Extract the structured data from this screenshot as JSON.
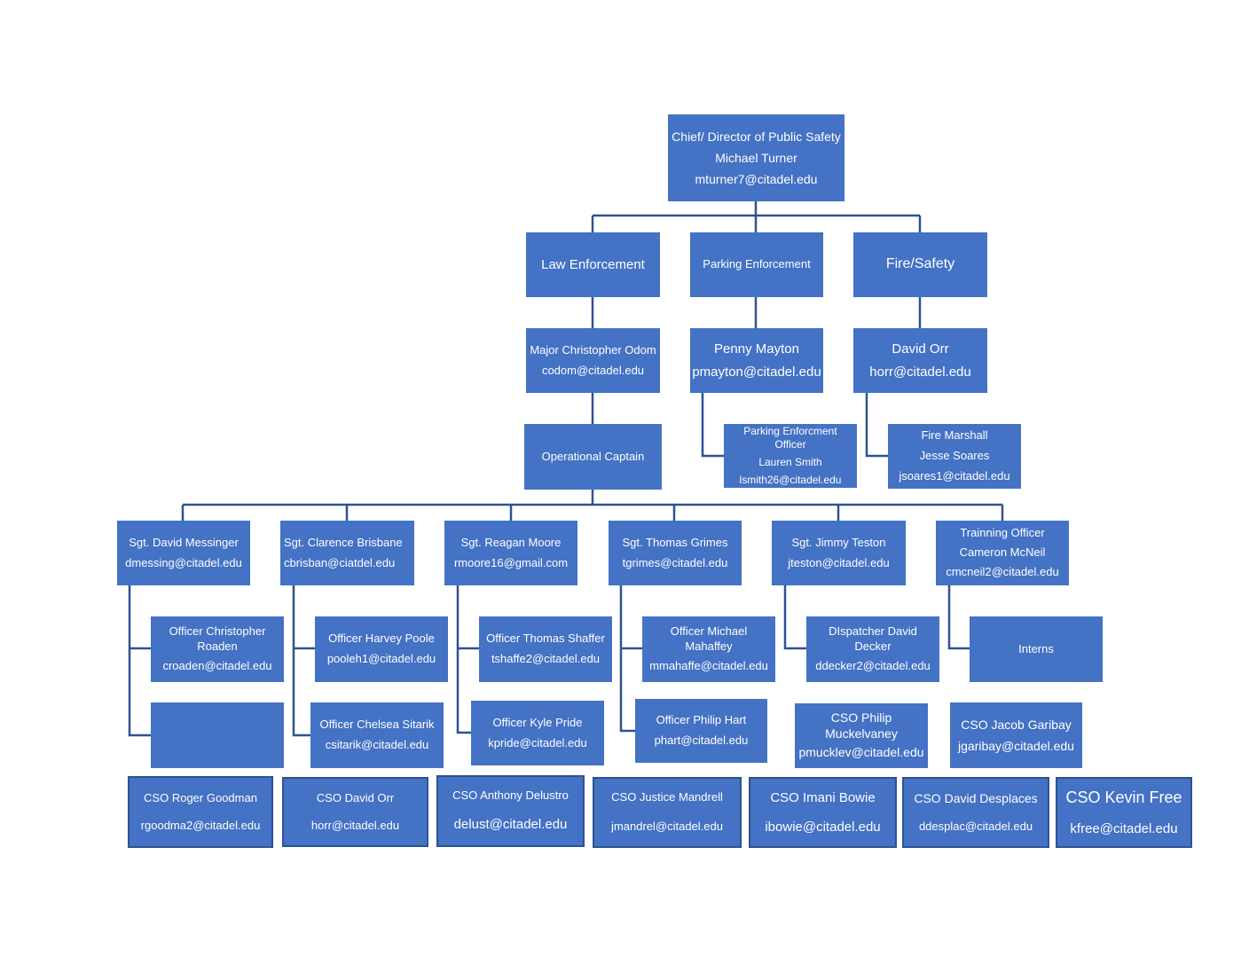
{
  "chief": {
    "title": "Chief/ Director of Public Safety",
    "name": "Michael Turner",
    "email": "mturner7@citadel.edu"
  },
  "departments": {
    "law": "Law Enforcement",
    "parking": "Parking Enforcement",
    "fire": "Fire/Safety"
  },
  "heads": {
    "major": {
      "name": "Major Christopher Odom",
      "email": "codom@citadel.edu"
    },
    "parking": {
      "name": "Penny Mayton",
      "email": "pmayton@citadel.edu"
    },
    "fire": {
      "name": "David Orr",
      "email": "horr@citadel.edu"
    }
  },
  "parking_officer": {
    "title": "Parking Enforcment Officer",
    "name": "Lauren Smith",
    "email": "lsmith26@citadel.edu"
  },
  "fire_marshall": {
    "title": "Fire Marshall",
    "name": "Jesse Soares",
    "email": "jsoares1@citadel.edu"
  },
  "captain": "Operational Captain",
  "sergeants": [
    {
      "name": "Sgt. David Messinger",
      "email": "dmessing@citadel.edu"
    },
    {
      "name": "Sgt. Clarence Brisbane",
      "email": "cbrisban@ciatdel.edu"
    },
    {
      "name": "Sgt. Reagan Moore",
      "email": "rmoore16@gmail.com"
    },
    {
      "name": "Sgt. Thomas Grimes",
      "email": "tgrimes@citadel.edu"
    },
    {
      "name": "Sgt. Jimmy Teston",
      "email": "jteston@citadel.edu"
    },
    {
      "title": "Trainning Officer",
      "name": "Cameron McNeil",
      "email": "cmcneil2@citadel.edu"
    }
  ],
  "officers_row1": [
    {
      "name": "Officer Christopher Roaden",
      "email": "croaden@citadel.edu"
    },
    {
      "name": "Officer Harvey Poole",
      "email": "pooleh1@citadel.edu"
    },
    {
      "name": "Officer Thomas Shaffer",
      "email": "tshaffe2@citadel.edu"
    },
    {
      "name": "Officer Michael Mahaffey",
      "email": "mmahaffe@citadel.edu"
    },
    {
      "name": "DIspatcher David Decker",
      "email": "ddecker2@citadel.edu"
    },
    {
      "name": "Interns"
    }
  ],
  "officers_row2": [
    {
      "name": "Officer Chelsea Sitarik",
      "email": "csitarik@citadel.edu"
    },
    {
      "name": "Officer Kyle Pride",
      "email": "kpride@citadel.edu"
    },
    {
      "name": "Officer Philip Hart",
      "email": "phart@citadel.edu"
    },
    {
      "name": "CSO Philip Muckelvaney",
      "email": "pmucklev@citadel.edu"
    },
    {
      "name": "CSO Jacob Garibay",
      "email": "jgaribay@citadel.edu"
    }
  ],
  "csos": [
    {
      "name": "CSO Roger Goodman",
      "email": "rgoodma2@citadel.edu"
    },
    {
      "name": "CSO David Orr",
      "email": "horr@citadel.edu"
    },
    {
      "name": "CSO Anthony Delustro",
      "email": "delust@citadel.edu"
    },
    {
      "name": "CSO Justice Mandrell",
      "email": "jmandrel@citadel.edu"
    },
    {
      "name": "CSO Imani Bowie",
      "email": "ibowie@citadel.edu"
    },
    {
      "name": "CSO David Desplaces",
      "email": "ddesplac@citadel.edu"
    },
    {
      "name": "CSO Kevin Free",
      "email": "kfree@citadel.edu"
    }
  ],
  "colors": {
    "box": "#4472C4",
    "border": "#2F528F",
    "connector": "#2F528F"
  }
}
